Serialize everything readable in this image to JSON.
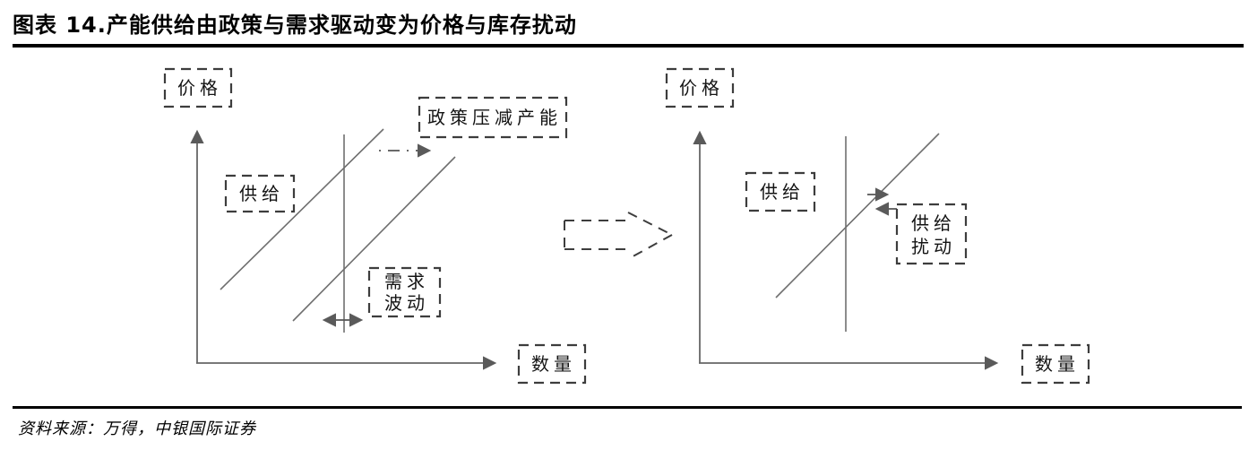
{
  "figure": {
    "title": "图表 14.产能供给由政策与需求驱动变为价格与库存扰动",
    "source": "资料来源：万得，中银国际证券"
  },
  "left_chart": {
    "y_axis_label": "价格",
    "x_axis_label": "数量",
    "supply_label": "供给",
    "policy_label": "政策压减产能",
    "demand_label_line1": "需求",
    "demand_label_line2": "波动"
  },
  "right_chart": {
    "y_axis_label": "价格",
    "x_axis_label": "数量",
    "supply_label": "供给",
    "disturbance_label_line1": "供给",
    "disturbance_label_line2": "扰动"
  },
  "colors": {
    "rule": "#000000",
    "axis": "#666666",
    "curve": "#6f6f6f",
    "box_border": "#3d3d3d",
    "label_text": "#141414"
  }
}
